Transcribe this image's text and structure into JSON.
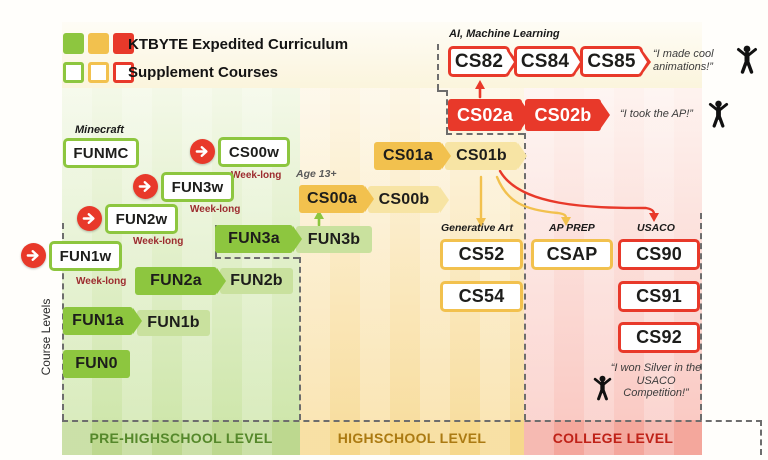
{
  "legend": {
    "expedited": "KTBYTE Expedited Curriculum",
    "supplement": "Supplement Courses"
  },
  "side_label": "Course Levels",
  "levels": {
    "pre": "PRE-HIGHSCHOOL LEVEL",
    "high": "HIGHSCHOOL LEVEL",
    "college": "COLLEGE LEVEL"
  },
  "labels": {
    "minecraft": "Minecraft",
    "ai_ml": "AI, Machine Learning",
    "age": "Age 13+",
    "week_long": "Week-long",
    "generative_art": "Generative Art",
    "ap_prep": "AP PREP",
    "usaco": "USACO"
  },
  "quotes": {
    "animations": "“I made cool animations!”",
    "ap": "“I took the AP!”",
    "usaco_silver": "“I won Silver in the USACO Competition!”"
  },
  "courses": {
    "funmc": "FUNMC",
    "fun1w": "FUN1w",
    "fun2w": "FUN2w",
    "fun3w": "FUN3w",
    "cs00w": "CS00w",
    "fun0": "FUN0",
    "fun1a": "FUN1a",
    "fun1b": "FUN1b",
    "fun2a": "FUN2a",
    "fun2b": "FUN2b",
    "fun3a": "FUN3a",
    "fun3b": "FUN3b",
    "cs00a": "CS00a",
    "cs00b": "CS00b",
    "cs01a": "CS01a",
    "cs01b": "CS01b",
    "cs02a": "CS02a",
    "cs02b": "CS02b",
    "cs82": "CS82",
    "cs84": "CS84",
    "cs85": "CS85",
    "cs52": "CS52",
    "cs54": "CS54",
    "csap": "CSAP",
    "cs90": "CS90",
    "cs91": "CS91",
    "cs92": "CS92"
  },
  "colors": {
    "green": "#8dc63f",
    "green_light": "#c9e19e",
    "gold": "#f2c14e",
    "gold_light": "#f7e4a4",
    "red": "#e8392a",
    "maroon": "#9c2b2e",
    "level_green": "#55882b",
    "level_gold": "#ab7a12",
    "level_red": "#bf2218"
  }
}
